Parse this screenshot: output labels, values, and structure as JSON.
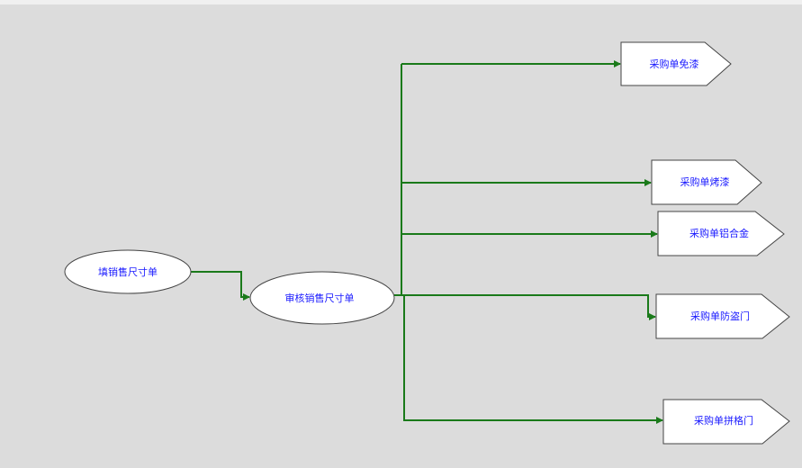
{
  "nodes": {
    "fill_sales_size": "填销售尺寸单",
    "review_sales_size": "审核销售尺寸单",
    "po_free_paint": "采购单免漆",
    "po_baked_paint": "采购单烤漆",
    "po_aluminum_alloy": "采购单铝合金",
    "po_security_door": "采购单防盗门",
    "po_assembled_door": "采购单拼格门"
  },
  "colors": {
    "edge": "#1a7a1a",
    "label": "#1a1aff",
    "background": "#dcdcdc"
  }
}
